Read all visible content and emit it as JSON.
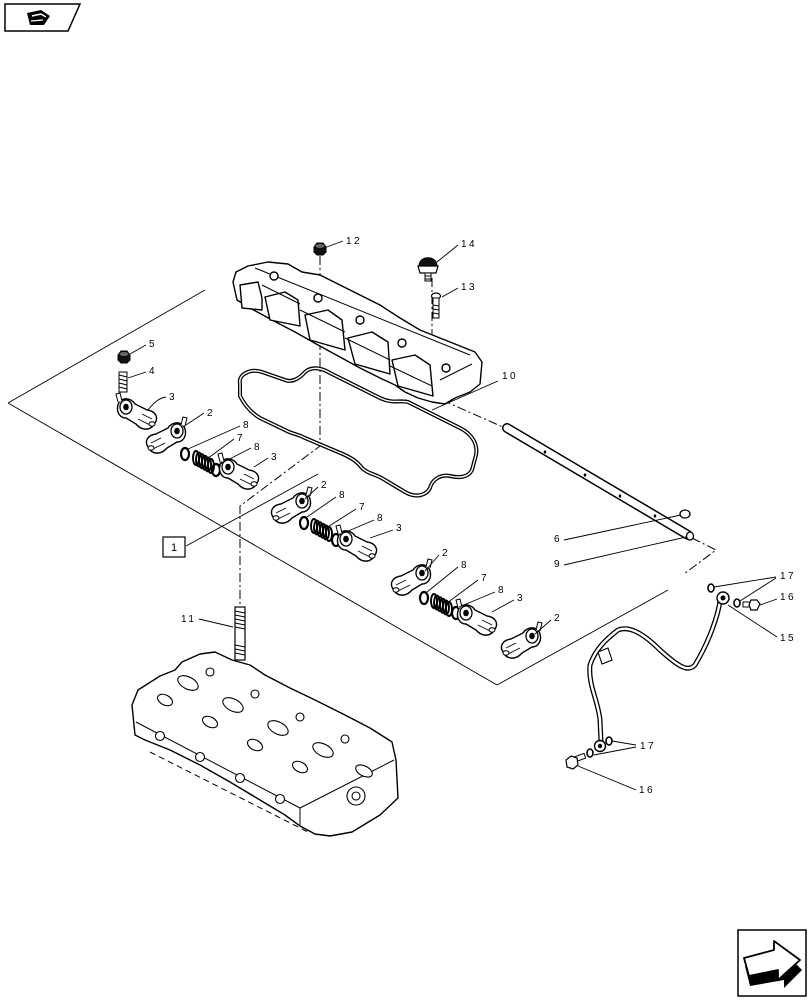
{
  "nav": {
    "top_icon": "book-icon",
    "bottom_icon": "next-page-arrow-icon"
  },
  "diagram": {
    "group_reference": "1",
    "callouts": [
      "12",
      "14",
      "13",
      "5",
      "4",
      "3",
      "2",
      "8",
      "7",
      "8",
      "3",
      "10",
      "2",
      "8",
      "7",
      "8",
      "3",
      "2",
      "8",
      "7",
      "8",
      "3",
      "2",
      "6",
      "9",
      "17",
      "16",
      "15",
      "11",
      "17",
      "16"
    ]
  }
}
